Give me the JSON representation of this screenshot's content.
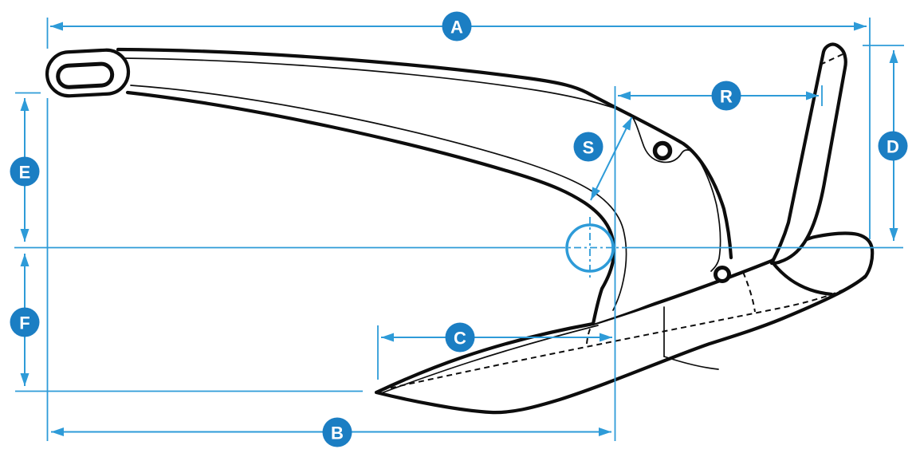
{
  "diagram": {
    "dimension_labels": {
      "A": "A",
      "B": "B",
      "C": "C",
      "D": "D",
      "E": "E",
      "F": "F",
      "R": "R",
      "S": "S"
    },
    "colors": {
      "dimension_line": "#2E9BD8",
      "label_circle": "#1B7EC3",
      "label_text": "#FFFFFF",
      "outline": "#0D0D0D",
      "background": "#FFFFFF"
    }
  }
}
